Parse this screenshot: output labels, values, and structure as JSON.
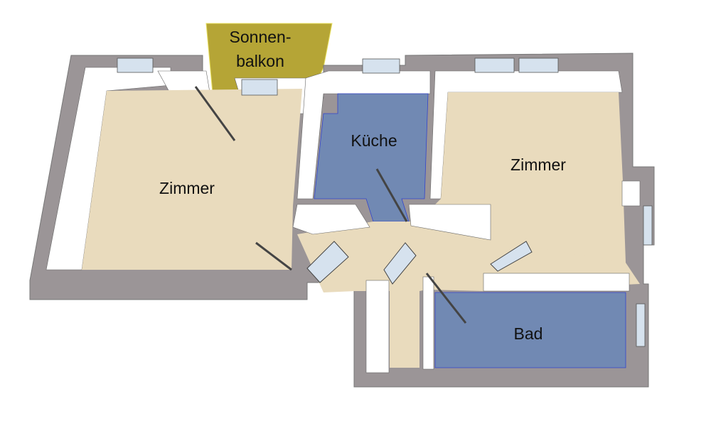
{
  "rooms": {
    "balcony_line1": "Sonnen-",
    "balcony_line2": "balkon",
    "room_left": "Zimmer",
    "kitchen": "Küche",
    "room_right": "Zimmer",
    "bathroom": "Bad"
  },
  "colors": {
    "wall": "#9b9597",
    "wall_top": "#ffffff",
    "floor_wood": "#e9dbbd",
    "floor_tile": "#7189b3",
    "balcony": "#b5a536",
    "window": "#d6e2ee"
  }
}
